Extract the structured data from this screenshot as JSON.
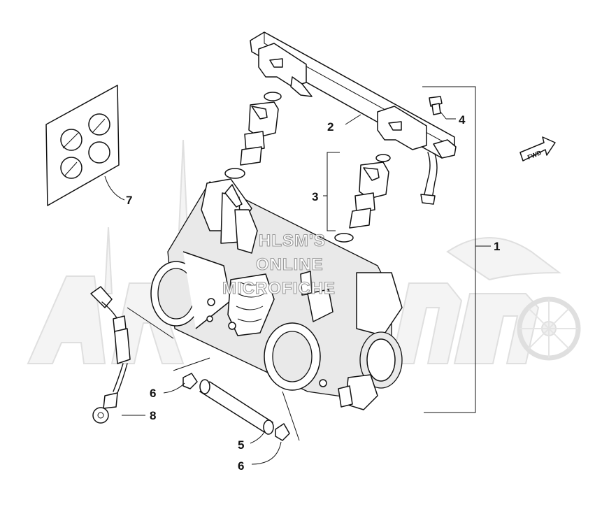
{
  "watermark": {
    "line1": "HLSM'S",
    "line2": "ONLINE",
    "line3": "MICROFICHE"
  },
  "arrow_label": "FWD",
  "callouts": [
    {
      "id": "c1",
      "label": "1"
    },
    {
      "id": "c2",
      "label": "2"
    },
    {
      "id": "c3",
      "label": "3"
    },
    {
      "id": "c4",
      "label": "4"
    },
    {
      "id": "c5",
      "label": "5"
    },
    {
      "id": "c6a",
      "label": "6"
    },
    {
      "id": "c6b",
      "label": "6"
    },
    {
      "id": "c7",
      "label": "7"
    },
    {
      "id": "c8",
      "label": "8"
    }
  ]
}
